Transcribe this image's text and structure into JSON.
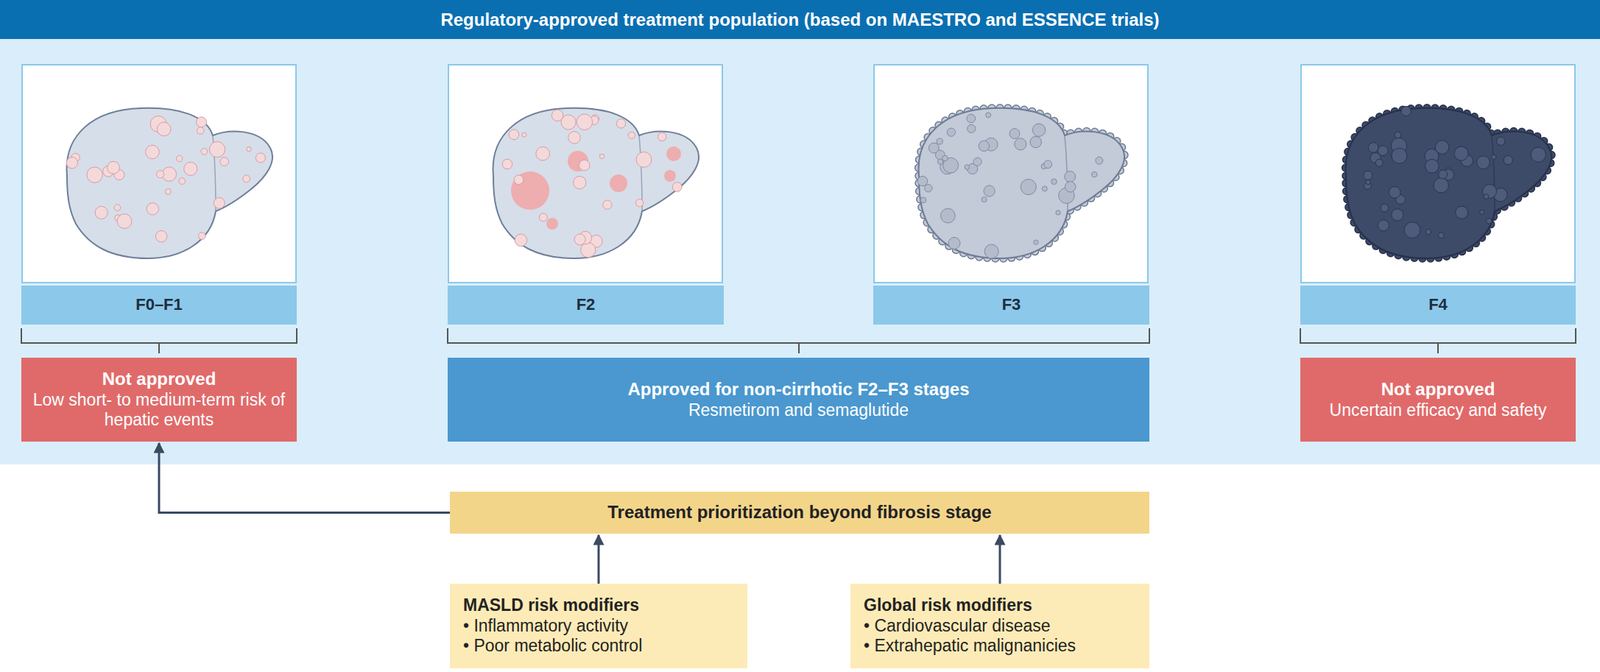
{
  "diagram": {
    "title": "Regulatory-approved treatment population (based on MAESTRO and ESSENCE trials)",
    "nodes": [
      {
        "text": [
          "F0–F1"
        ]
      },
      {
        "text": [
          "F2"
        ]
      },
      {
        "text": [
          "F3"
        ]
      },
      {
        "text": [
          "F4"
        ]
      },
      {
        "text": [
          "Not approved",
          "Low short- to medium-term risk of hepatic events"
        ]
      },
      {
        "text": [
          "Approved for non-cirrhotic F2–F3 stages",
          "Resmetirom and semaglutide"
        ]
      },
      {
        "text": [
          "Not approved",
          "Uncertain efficacy and safety"
        ]
      },
      {
        "text": [
          "Treatment prioritization beyond fibrosis stage"
        ]
      },
      {
        "text": [
          "MASLD risk modifiers",
          "• Inflammatory activity",
          "• Poor metabolic control"
        ]
      },
      {
        "text": [
          "Global risk modifiers",
          "• Cardiovascular disease",
          "• Extrahepatic malignanicies"
        ]
      }
    ],
    "edges": [
      {
        "from": 7,
        "to": 4,
        "arrow": "to"
      },
      {
        "from": 8,
        "to": 7,
        "arrow": "to"
      },
      {
        "from": 9,
        "to": 7,
        "arrow": "to"
      }
    ]
  }
}
